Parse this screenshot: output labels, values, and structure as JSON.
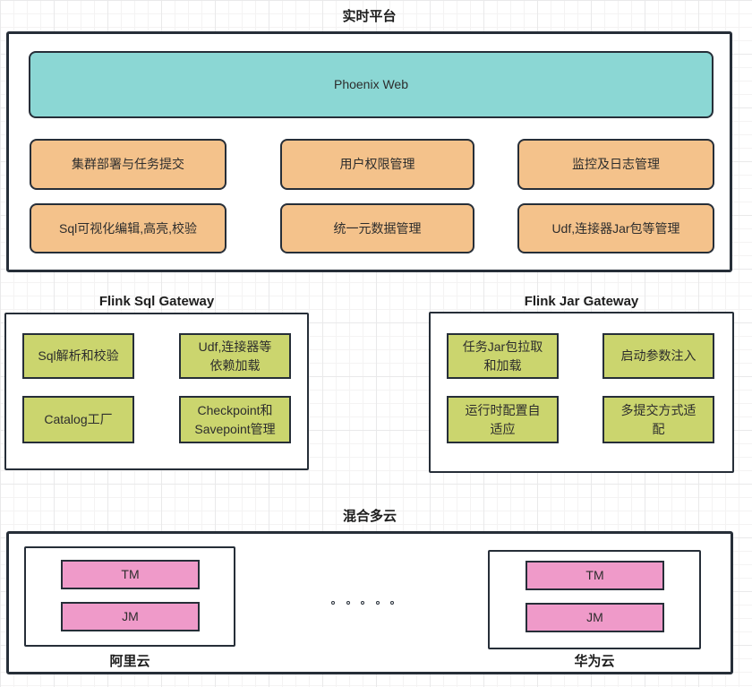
{
  "colors": {
    "stroke": "#262e38",
    "teal": "#8bd7d4",
    "orange": "#f4c28b",
    "green": "#cbd56e",
    "pink": "#ef9ac9",
    "text": "#2d2d2d"
  },
  "platform": {
    "title": "实时平台",
    "web": "Phoenix Web",
    "features": [
      "集群部署与任务提交",
      "用户权限管理",
      "监控及日志管理",
      "Sql可视化编辑,高亮,校验",
      "统一元数据管理",
      "Udf,连接器Jar包等管理"
    ]
  },
  "sql_gateway": {
    "title": "Flink Sql Gateway",
    "items": [
      "Sql解析和校验",
      "Udf,连接器等依赖加载",
      "Catalog工厂",
      "Checkpoint和Savepoint管理"
    ]
  },
  "jar_gateway": {
    "title": "Flink Jar Gateway",
    "items": [
      "任务Jar包拉取和加载",
      "启动参数注入",
      "运行时配置自适应",
      "多提交方式适配"
    ]
  },
  "multicloud": {
    "title": "混合多云",
    "clouds": [
      {
        "name": "阿里云",
        "nodes": [
          "TM",
          "JM"
        ]
      },
      {
        "name": "华为云",
        "nodes": [
          "TM",
          "JM"
        ]
      }
    ]
  }
}
